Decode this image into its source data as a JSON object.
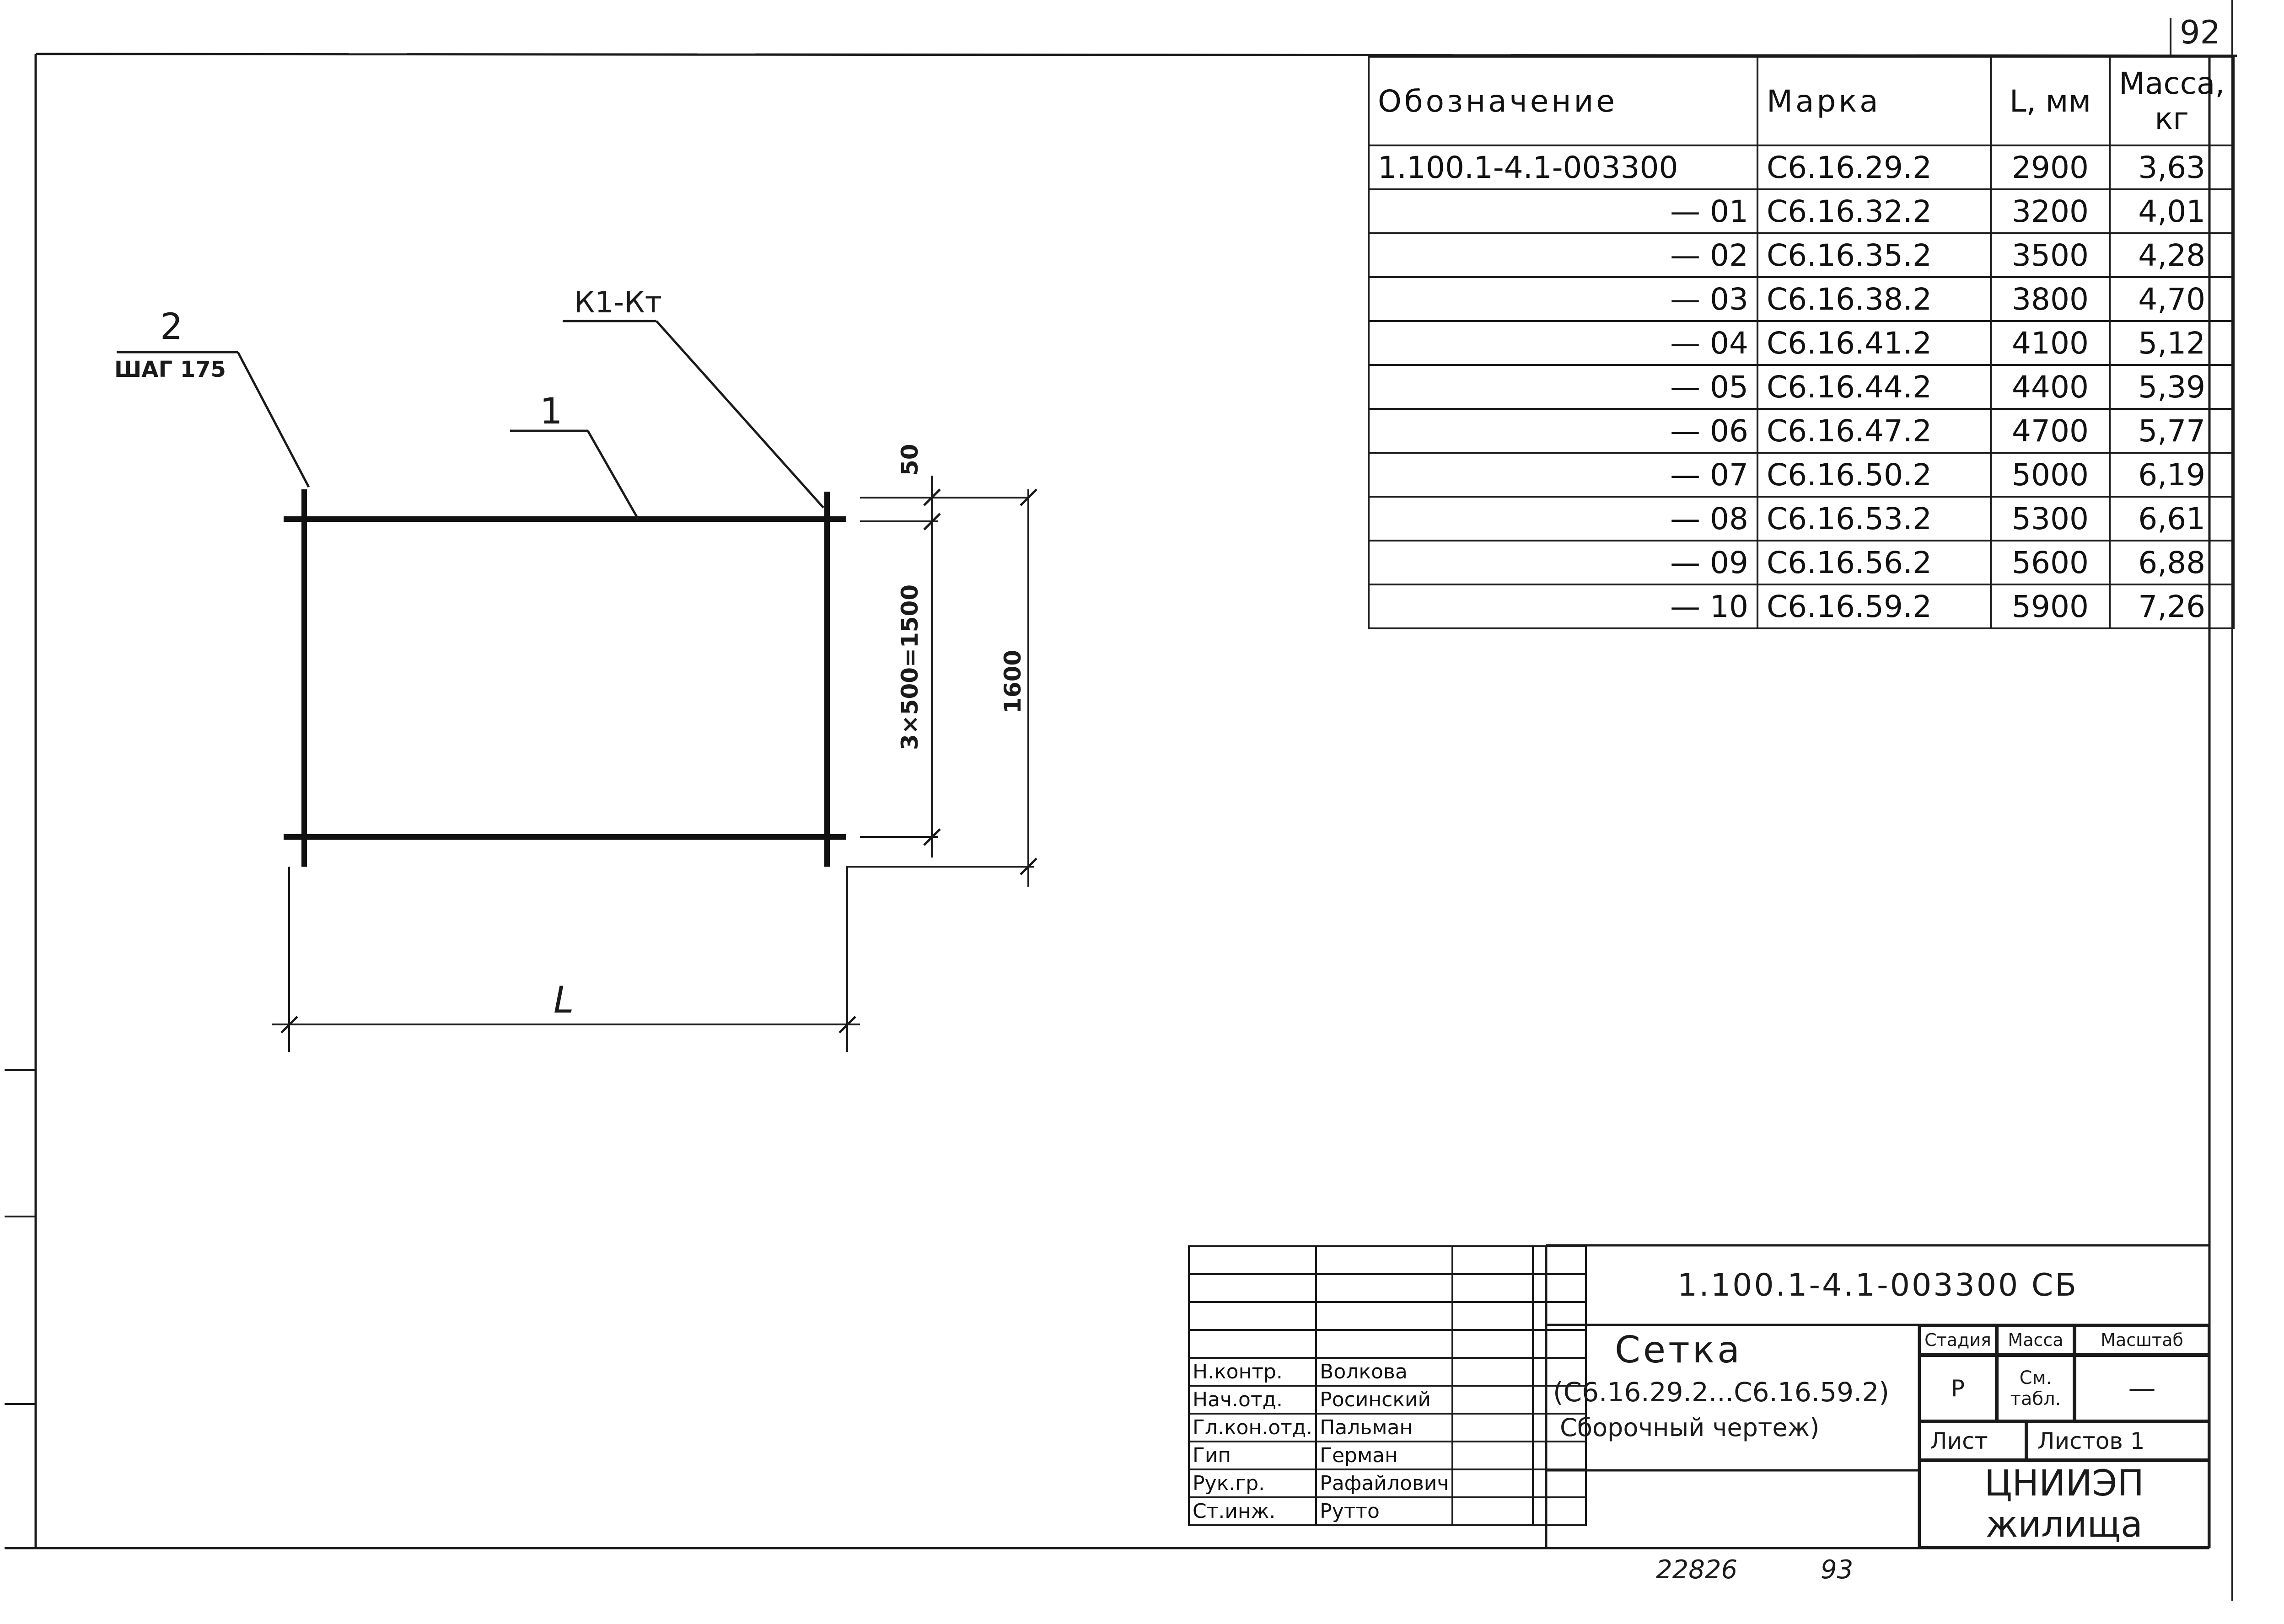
{
  "sheet": {
    "page_number": "92",
    "bottom_note_left": "22826",
    "bottom_note_right": "93"
  },
  "drawing": {
    "pos2_label": "2",
    "pos2_step": "ШАГ 175",
    "pos1_label": "1",
    "weld_label": "К1-Кт",
    "dim_top": "50",
    "dim_mid": "3×500=1500",
    "dim_total": "1600",
    "dim_length": "L"
  },
  "spec": {
    "headers": [
      "Обозначение",
      "Марка",
      "L, мм",
      "Масса, кг"
    ],
    "rows": [
      [
        "1.100.1-4.1-003300",
        "С6.16.29.2",
        "2900",
        "3,63"
      ],
      [
        "— 01",
        "С6.16.32.2",
        "3200",
        "4,01"
      ],
      [
        "— 02",
        "С6.16.35.2",
        "3500",
        "4,28"
      ],
      [
        "— 03",
        "С6.16.38.2",
        "3800",
        "4,70"
      ],
      [
        "— 04",
        "С6.16.41.2",
        "4100",
        "5,12"
      ],
      [
        "— 05",
        "С6.16.44.2",
        "4400",
        "5,39"
      ],
      [
        "— 06",
        "С6.16.47.2",
        "4700",
        "5,77"
      ],
      [
        "— 07",
        "С6.16.50.2",
        "5000",
        "6,19"
      ],
      [
        "— 08",
        "С6.16.53.2",
        "5300",
        "6,61"
      ],
      [
        "— 09",
        "С6.16.56.2",
        "5600",
        "6,88"
      ],
      [
        "— 10",
        "С6.16.59.2",
        "5900",
        "7,26"
      ]
    ]
  },
  "title_block": {
    "doc_code": "1.100.1-4.1-003300 СБ",
    "name_line1": "Сетка",
    "name_line2": "(С6.16.29.2...С6.16.59.2)",
    "name_line3": "Сборочный чертеж)",
    "stage_h": "Стадия",
    "mass_h": "Масса",
    "scale_h": "Масштаб",
    "stage": "Р",
    "mass": "См. табл.",
    "scale": "—",
    "sheet_h": "Лист",
    "sheets_h": "Листов 1",
    "org": "ЦНИИЭП жилища",
    "roles": [
      {
        "role": "Н.контр.",
        "name": "Волкова"
      },
      {
        "role": "Нач.отд.",
        "name": "Росинский"
      },
      {
        "role": "Гл.кон.отд.",
        "name": "Пальман"
      },
      {
        "role": "Гип",
        "name": "Герман"
      },
      {
        "role": "Рук.гр.",
        "name": "Рафайлович"
      },
      {
        "role": "Ст.инж.",
        "name": "Рутто"
      }
    ]
  }
}
